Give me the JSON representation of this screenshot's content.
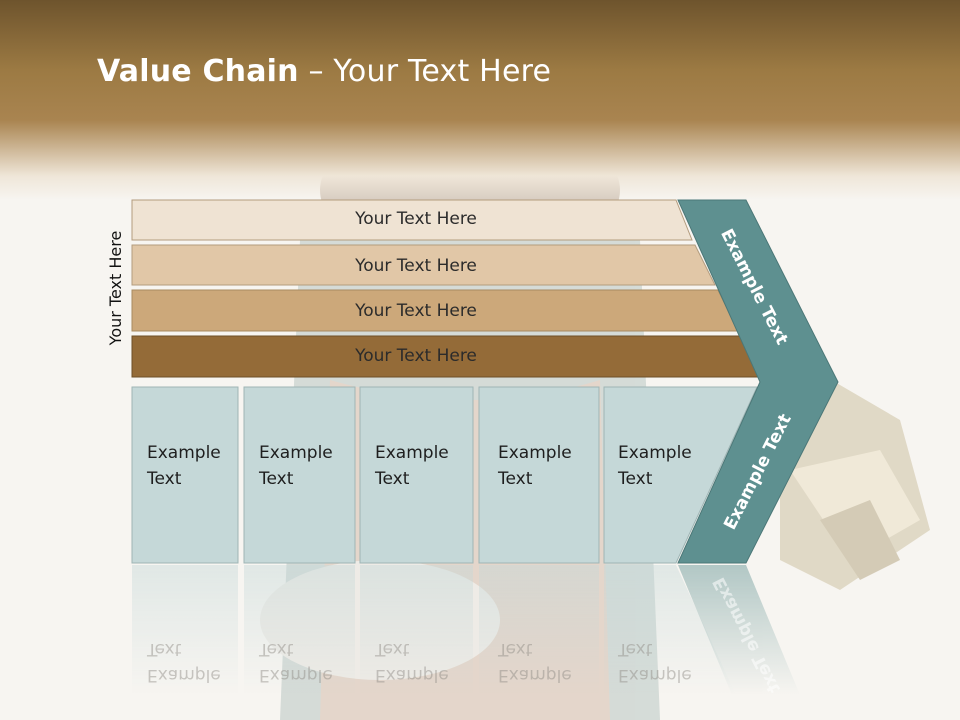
{
  "slide": {
    "title_strong": "Value Chain",
    "title_rest": " – Your Text Here",
    "side_label": "Your Text Here"
  },
  "bars": [
    {
      "label": "Your Text Here",
      "color": "#efe3d3"
    },
    {
      "label": "Your Text Here",
      "color": "#e1c7a7"
    },
    {
      "label": "Your Text Here",
      "color": "#cca87a"
    },
    {
      "label": "Your Text Here",
      "color": "#946b38"
    }
  ],
  "boxes": [
    {
      "line1": "Example",
      "line2": "Text"
    },
    {
      "line1": "Example",
      "line2": "Text"
    },
    {
      "line1": "Example",
      "line2": "Text"
    },
    {
      "line1": "Example",
      "line2": "Text"
    },
    {
      "line1": "Example",
      "line2": "Text"
    }
  ],
  "chevrons": {
    "upper": "Example Text",
    "lower": "Example Text"
  },
  "colors": {
    "header": "#9c7a43",
    "box_fill": "#c5d8d8",
    "chevron_fill": "#5e9090"
  }
}
